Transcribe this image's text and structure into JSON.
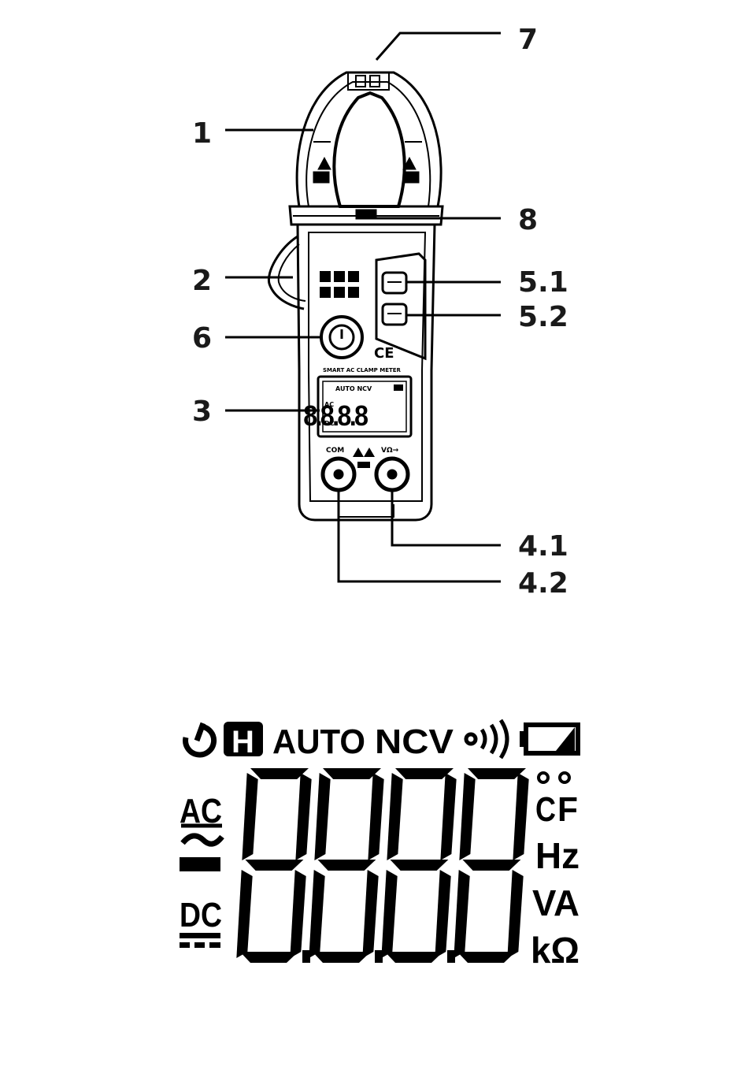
{
  "callouts": [
    {
      "id": "7",
      "label": "7"
    },
    {
      "id": "1",
      "label": "1"
    },
    {
      "id": "8",
      "label": "8"
    },
    {
      "id": "2",
      "label": "2"
    },
    {
      "id": "5.1",
      "label": "5.1"
    },
    {
      "id": "5.2",
      "label": "5.2"
    },
    {
      "id": "6",
      "label": "6"
    },
    {
      "id": "3",
      "label": "3"
    },
    {
      "id": "4.1",
      "label": "4.1"
    },
    {
      "id": "4.2",
      "label": "4.2"
    }
  ],
  "device": {
    "ce_mark": "CE",
    "model_text": "SMART AC CLAMP METER",
    "mini_lcd_top": "AUTO NCV",
    "jack_com": "COM",
    "jack_volt": "VΩ→"
  },
  "lcd": {
    "auto": "AUTO",
    "ncv": "NCV",
    "hold": "H",
    "ac": "AC",
    "dc": "DC",
    "degree_c": "C",
    "degree_f": "F",
    "hz": "Hz",
    "va": "VA",
    "kohm": "kΩ",
    "digits": "8.8.8.8"
  }
}
